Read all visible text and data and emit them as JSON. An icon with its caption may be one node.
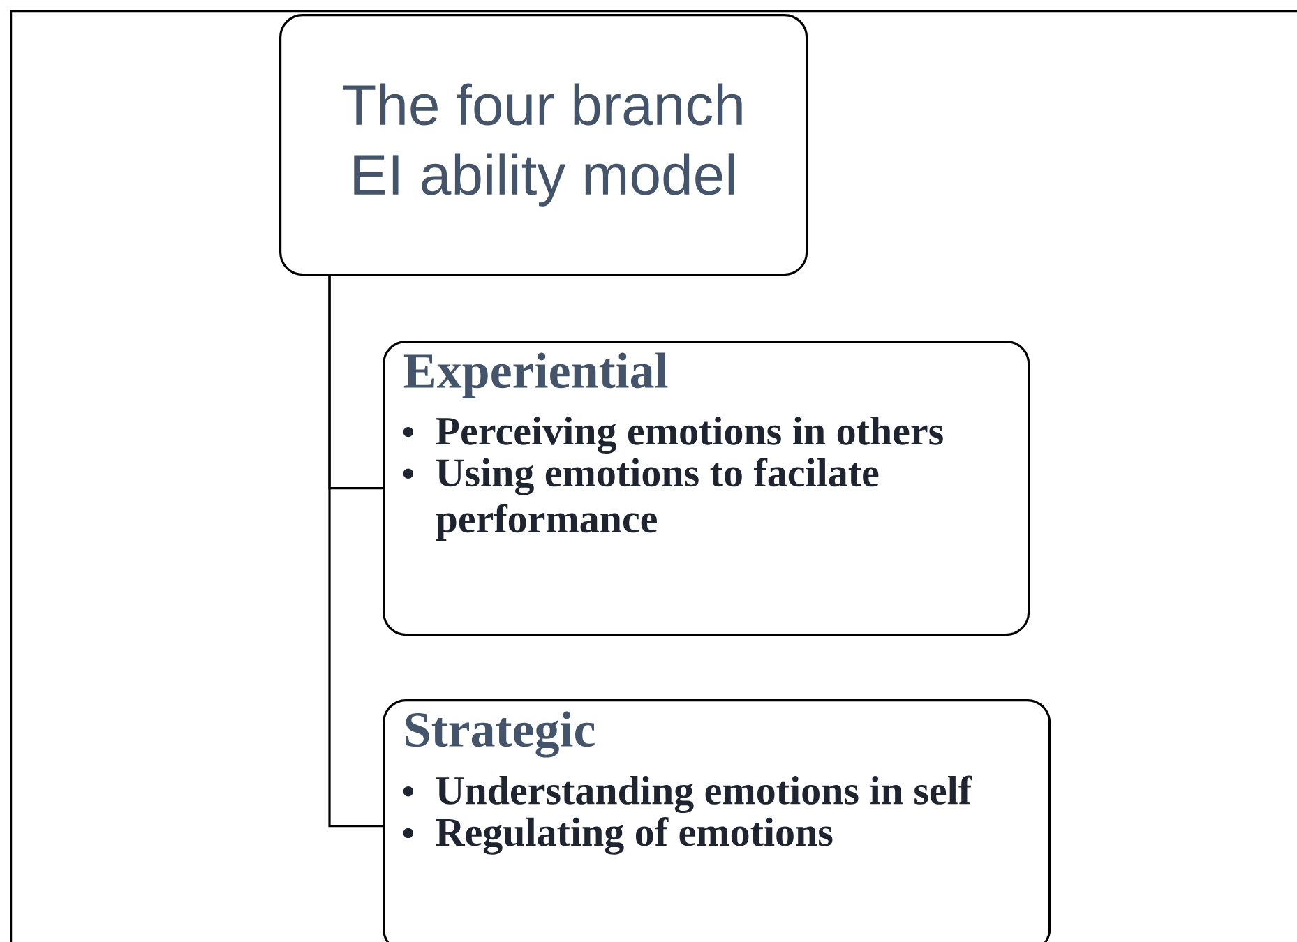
{
  "diagram": {
    "nodes": [
      {
        "text": [
          "The four branch EI ability model"
        ]
      },
      {
        "text": [
          "Experiential",
          "Perceiving emotions in others",
          "Using emotions to facilate performance"
        ]
      },
      {
        "text": [
          "Strategic",
          "Understanding emotions in self",
          "Regulating of emotions"
        ]
      }
    ],
    "edges": [
      {
        "from": 0,
        "to": 1,
        "arrow": "none"
      },
      {
        "from": 0,
        "to": 2,
        "arrow": "none"
      }
    ]
  }
}
